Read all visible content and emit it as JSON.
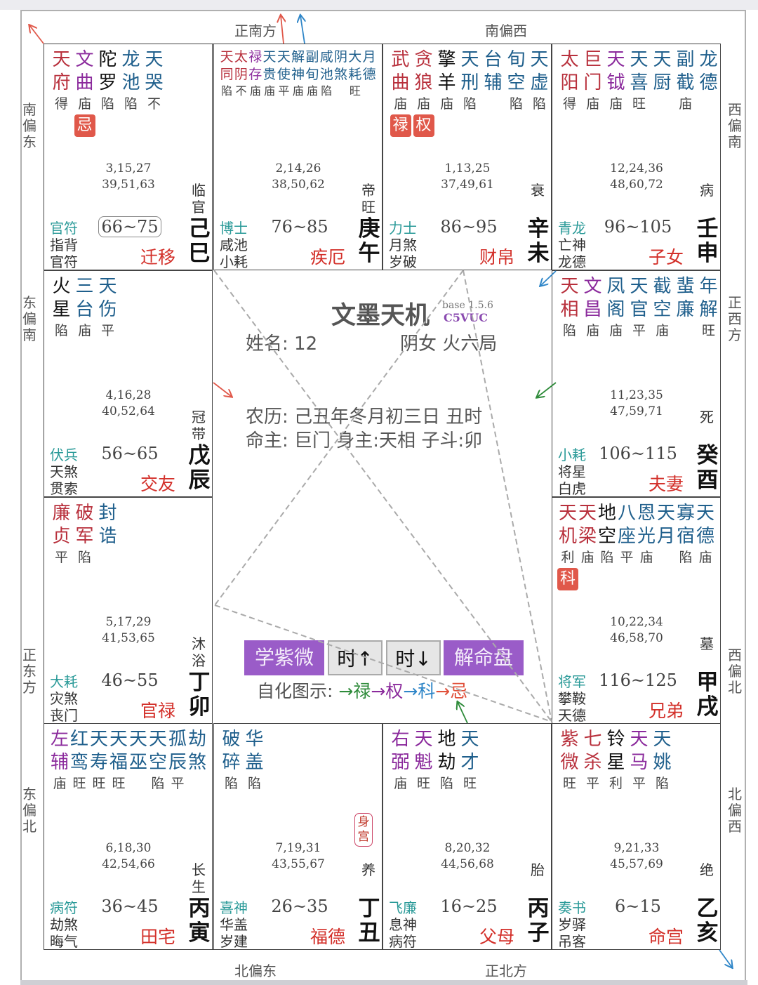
{
  "colors": {
    "major": "#b8303c",
    "aux": "#8b2a9c",
    "sha": "#111111",
    "minor": "#1f5f8c",
    "boshi": "#2a9a98",
    "palace": "#d3302a",
    "sihua_badge": "#e0584a",
    "button_purple": "#9a5cc8",
    "lu": "#2e8b3a",
    "quan": "#8b2a9c",
    "ke": "#2f86c8",
    "ji": "#e0503a"
  },
  "directions": {
    "top": [
      "正南方",
      "南偏西"
    ],
    "bottom": [
      "北偏东",
      "正北方"
    ],
    "left": [
      "南偏东",
      "东偏南",
      "正东方",
      "东偏北"
    ],
    "right": [
      "西偏南",
      "正西方",
      "西偏北",
      "北偏西"
    ]
  },
  "center": {
    "title": "文墨天机",
    "version": "base 1.5.6",
    "code": "C5VUC",
    "name": "姓名: 12",
    "gender_ju": "阴女 火六局",
    "lunar": "农历: 己丑年冬月初三日 丑时",
    "masters": "命主: 巨门 身主:天相 子斗:卯",
    "buttons": [
      "学紫微",
      "时↑",
      "时↓",
      "解命盘"
    ],
    "legend_label": "自化图示: ",
    "legend": [
      {
        "arrow": "→",
        "text": "禄"
      },
      {
        "arrow": "→",
        "text": "权"
      },
      {
        "arrow": "→",
        "text": "科"
      },
      {
        "arrow": "→",
        "text": "忌"
      }
    ]
  },
  "palaces": [
    {
      "branch": "巳",
      "stem": "己",
      "palace": "迁移",
      "range": "66~75",
      "current": true,
      "changsheng": "临官",
      "boshi": "官符",
      "jiang": "指背",
      "sui": "官符",
      "ages": [
        "3,15,27",
        "39,51,63"
      ],
      "stars": [
        {
          "name": "天府",
          "type": "major",
          "bright": "得"
        },
        {
          "name": "文曲",
          "type": "aux",
          "bright": "庙",
          "sihua": "忌"
        },
        {
          "name": "陀罗",
          "type": "sha",
          "bright": "陷"
        },
        {
          "name": "龙池",
          "type": "minor",
          "bright": "陷"
        },
        {
          "name": "天哭",
          "type": "minor",
          "bright": "不"
        }
      ]
    },
    {
      "branch": "午",
      "stem": "庚",
      "palace": "疾厄",
      "range": "76~85",
      "changsheng": "帝旺",
      "boshi": "博士",
      "jiang": "咸池",
      "sui": "小耗",
      "ages": [
        "2,14,26",
        "38,50,62"
      ],
      "stars": [
        {
          "name": "天同",
          "type": "major",
          "bright": "陷"
        },
        {
          "name": "太阴",
          "type": "major",
          "bright": "不"
        },
        {
          "name": "禄存",
          "type": "aux",
          "bright": "庙"
        },
        {
          "name": "天贵",
          "type": "minor",
          "bright": "庙"
        },
        {
          "name": "天使",
          "type": "minor",
          "bright": "平"
        },
        {
          "name": "解神",
          "type": "minor",
          "bright": "庙"
        },
        {
          "name": "副旬",
          "type": "minor",
          "bright": "庙"
        },
        {
          "name": "咸池",
          "type": "minor",
          "bright": "陷"
        },
        {
          "name": "阴煞",
          "type": "minor",
          "bright": ""
        },
        {
          "name": "大耗",
          "type": "minor",
          "bright": "旺"
        },
        {
          "name": "月德",
          "type": "minor",
          "bright": ""
        }
      ]
    },
    {
      "branch": "未",
      "stem": "辛",
      "palace": "财帛",
      "range": "86~95",
      "changsheng": "衰",
      "boshi": "力士",
      "jiang": "月煞",
      "sui": "岁破",
      "ages": [
        "1,13,25",
        "37,49,61"
      ],
      "stars": [
        {
          "name": "武曲",
          "type": "major",
          "bright": "庙",
          "sihua": "禄"
        },
        {
          "name": "贪狼",
          "type": "major",
          "bright": "庙",
          "sihua": "权"
        },
        {
          "name": "擎羊",
          "type": "sha",
          "bright": "庙"
        },
        {
          "name": "天刑",
          "type": "minor",
          "bright": "陷"
        },
        {
          "name": "台辅",
          "type": "minor",
          "bright": ""
        },
        {
          "name": "旬空",
          "type": "minor",
          "bright": "陷"
        },
        {
          "name": "天虚",
          "type": "minor",
          "bright": "陷"
        }
      ]
    },
    {
      "branch": "申",
      "stem": "壬",
      "palace": "子女",
      "range": "96~105",
      "changsheng": "病",
      "boshi": "青龙",
      "jiang": "亡神",
      "sui": "龙德",
      "ages": [
        "12,24,36",
        "48,60,72"
      ],
      "stars": [
        {
          "name": "太阳",
          "type": "major",
          "bright": "得"
        },
        {
          "name": "巨门",
          "type": "major",
          "bright": "庙"
        },
        {
          "name": "天钺",
          "type": "aux",
          "bright": "庙"
        },
        {
          "name": "天喜",
          "type": "minor",
          "bright": "旺"
        },
        {
          "name": "天厨",
          "type": "minor",
          "bright": ""
        },
        {
          "name": "副截",
          "type": "minor",
          "bright": "庙"
        },
        {
          "name": "龙德",
          "type": "minor",
          "bright": ""
        }
      ]
    },
    {
      "branch": "辰",
      "stem": "戊",
      "palace": "交友",
      "range": "56~65",
      "changsheng": "冠带",
      "boshi": "伏兵",
      "jiang": "天煞",
      "sui": "贯索",
      "ages": [
        "4,16,28",
        "40,52,64"
      ],
      "stars": [
        {
          "name": "火星",
          "type": "sha",
          "bright": "陷"
        },
        {
          "name": "三台",
          "type": "minor",
          "bright": "庙"
        },
        {
          "name": "天伤",
          "type": "minor",
          "bright": "平"
        }
      ]
    },
    {
      "branch": "酉",
      "stem": "癸",
      "palace": "夫妻",
      "range": "106~115",
      "changsheng": "死",
      "boshi": "小耗",
      "jiang": "将星",
      "sui": "白虎",
      "ages": [
        "11,23,35",
        "47,59,71"
      ],
      "stars": [
        {
          "name": "天相",
          "type": "major",
          "bright": "陷"
        },
        {
          "name": "文昌",
          "type": "aux",
          "bright": "庙"
        },
        {
          "name": "凤阁",
          "type": "minor",
          "bright": "庙"
        },
        {
          "name": "天官",
          "type": "minor",
          "bright": "平"
        },
        {
          "name": "截空",
          "type": "minor",
          "bright": "庙"
        },
        {
          "name": "蜚廉",
          "type": "minor",
          "bright": ""
        },
        {
          "name": "年解",
          "type": "minor",
          "bright": "旺"
        }
      ]
    },
    {
      "branch": "卯",
      "stem": "丁",
      "palace": "官禄",
      "range": "46~55",
      "changsheng": "沐浴",
      "boshi": "大耗",
      "jiang": "灾煞",
      "sui": "丧门",
      "ages": [
        "5,17,29",
        "41,53,65"
      ],
      "stars": [
        {
          "name": "廉贞",
          "type": "major",
          "bright": "平"
        },
        {
          "name": "破军",
          "type": "major",
          "bright": "陷"
        },
        {
          "name": "封诰",
          "type": "minor",
          "bright": ""
        }
      ]
    },
    {
      "branch": "戌",
      "stem": "甲",
      "palace": "兄弟",
      "range": "116~125",
      "changsheng": "墓",
      "boshi": "将军",
      "jiang": "攀鞍",
      "sui": "天德",
      "ages": [
        "10,22,34",
        "46,58,70"
      ],
      "stars": [
        {
          "name": "天机",
          "type": "major",
          "bright": "利",
          "sihua": "科"
        },
        {
          "name": "天梁",
          "type": "major",
          "bright": "庙"
        },
        {
          "name": "地空",
          "type": "sha",
          "bright": "陷"
        },
        {
          "name": "八座",
          "type": "minor",
          "bright": "平"
        },
        {
          "name": "恩光",
          "type": "minor",
          "bright": "庙"
        },
        {
          "name": "天月",
          "type": "minor",
          "bright": ""
        },
        {
          "name": "寡宿",
          "type": "minor",
          "bright": "陷"
        },
        {
          "name": "天德",
          "type": "minor",
          "bright": "庙"
        }
      ]
    },
    {
      "branch": "寅",
      "stem": "丙",
      "palace": "田宅",
      "range": "36~45",
      "changsheng": "长生",
      "boshi": "病符",
      "jiang": "劫煞",
      "sui": "晦气",
      "ages": [
        "6,18,30",
        "42,54,66"
      ],
      "stars": [
        {
          "name": "左辅",
          "type": "aux",
          "bright": "庙"
        },
        {
          "name": "红鸾",
          "type": "minor",
          "bright": "旺"
        },
        {
          "name": "天寿",
          "type": "minor",
          "bright": "旺"
        },
        {
          "name": "天福",
          "type": "minor",
          "bright": "旺"
        },
        {
          "name": "天巫",
          "type": "minor",
          "bright": ""
        },
        {
          "name": "天空",
          "type": "minor",
          "bright": "陷"
        },
        {
          "name": "孤辰",
          "type": "minor",
          "bright": "平"
        },
        {
          "name": "劫煞",
          "type": "minor",
          "bright": ""
        }
      ]
    },
    {
      "branch": "丑",
      "stem": "丁",
      "palace": "福德",
      "range": "26~35",
      "changsheng": "养",
      "boshi": "喜神",
      "jiang": "华盖",
      "sui": "岁建",
      "ages": [
        "7,19,31",
        "43,55,67"
      ],
      "body_palace": "身宫",
      "stars": [
        {
          "name": "破碎",
          "type": "minor",
          "bright": "陷"
        },
        {
          "name": "华盖",
          "type": "minor",
          "bright": "陷"
        }
      ]
    },
    {
      "branch": "子",
      "stem": "丙",
      "palace": "父母",
      "range": "16~25",
      "changsheng": "胎",
      "boshi": "飞廉",
      "jiang": "息神",
      "sui": "病符",
      "ages": [
        "8,20,32",
        "44,56,68"
      ],
      "stars": [
        {
          "name": "右弼",
          "type": "aux",
          "bright": "庙"
        },
        {
          "name": "天魁",
          "type": "aux",
          "bright": "旺"
        },
        {
          "name": "地劫",
          "type": "sha",
          "bright": "陷"
        },
        {
          "name": "天才",
          "type": "minor",
          "bright": "旺"
        }
      ]
    },
    {
      "branch": "亥",
      "stem": "乙",
      "palace": "命宫",
      "range": "6~15",
      "changsheng": "绝",
      "boshi": "奏书",
      "jiang": "岁驿",
      "sui": "吊客",
      "ages": [
        "9,21,33",
        "45,57,69"
      ],
      "stars": [
        {
          "name": "紫微",
          "type": "major",
          "bright": "旺"
        },
        {
          "name": "七杀",
          "type": "major",
          "bright": "平"
        },
        {
          "name": "铃星",
          "type": "sha",
          "bright": "利"
        },
        {
          "name": "天马",
          "type": "aux",
          "bright": "平"
        },
        {
          "name": "天姚",
          "type": "minor",
          "bright": "陷"
        }
      ]
    }
  ]
}
